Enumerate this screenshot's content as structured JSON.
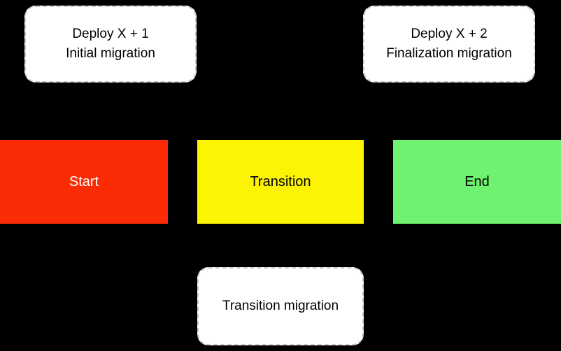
{
  "diagram": {
    "background_color": "#000000",
    "note_fill": "#ffffff",
    "note_border": "#c8c8c8"
  },
  "notes": [
    {
      "id": "deploy-x1",
      "lines": [
        "Deploy X + 1",
        "Initial migration"
      ]
    },
    {
      "id": "deploy-x2",
      "lines": [
        "Deploy X + 2",
        "Finalization migration"
      ]
    },
    {
      "id": "transition-migration",
      "lines": [
        "Transition migration"
      ]
    }
  ],
  "stages": [
    {
      "label": "Start",
      "color": "#fb2b06",
      "text_color": "#ffffff"
    },
    {
      "label": "Transition",
      "color": "#fdf403",
      "text_color": "#000000"
    },
    {
      "label": "End",
      "color": "#6ff26f",
      "text_color": "#000000"
    }
  ]
}
